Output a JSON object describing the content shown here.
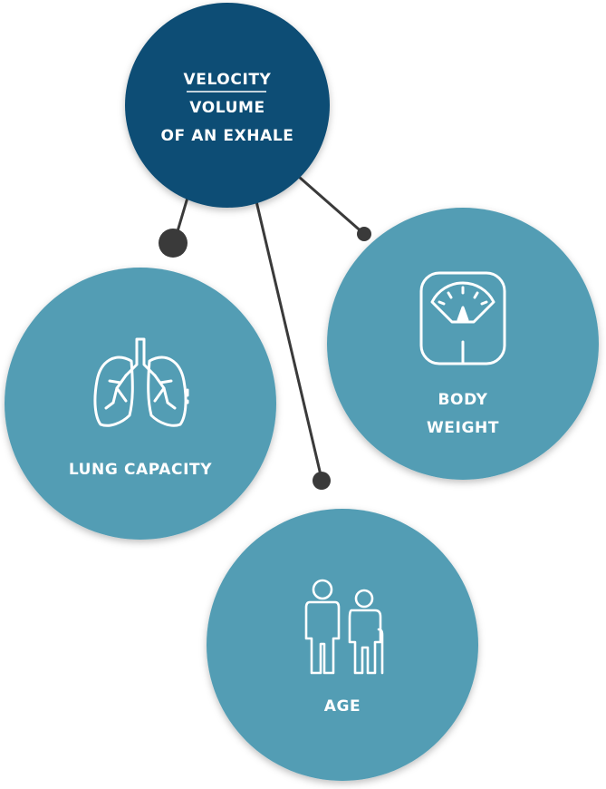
{
  "colors": {
    "hub": "#0e4d74",
    "node": "#539db4",
    "connector": "#3a3a3a",
    "text": "#ffffff"
  },
  "hub": {
    "line_1": "VELOCITY",
    "line_2": "VOLUME",
    "line_3": "OF AN EXHALE"
  },
  "nodes": {
    "lung": {
      "label": "LUNG CAPACITY",
      "icon": "lungs-icon"
    },
    "weight": {
      "label_1": "BODY",
      "label_2": "WEIGHT",
      "icon": "scale-icon"
    },
    "age": {
      "label": "AGE",
      "icon": "people-icon"
    }
  }
}
